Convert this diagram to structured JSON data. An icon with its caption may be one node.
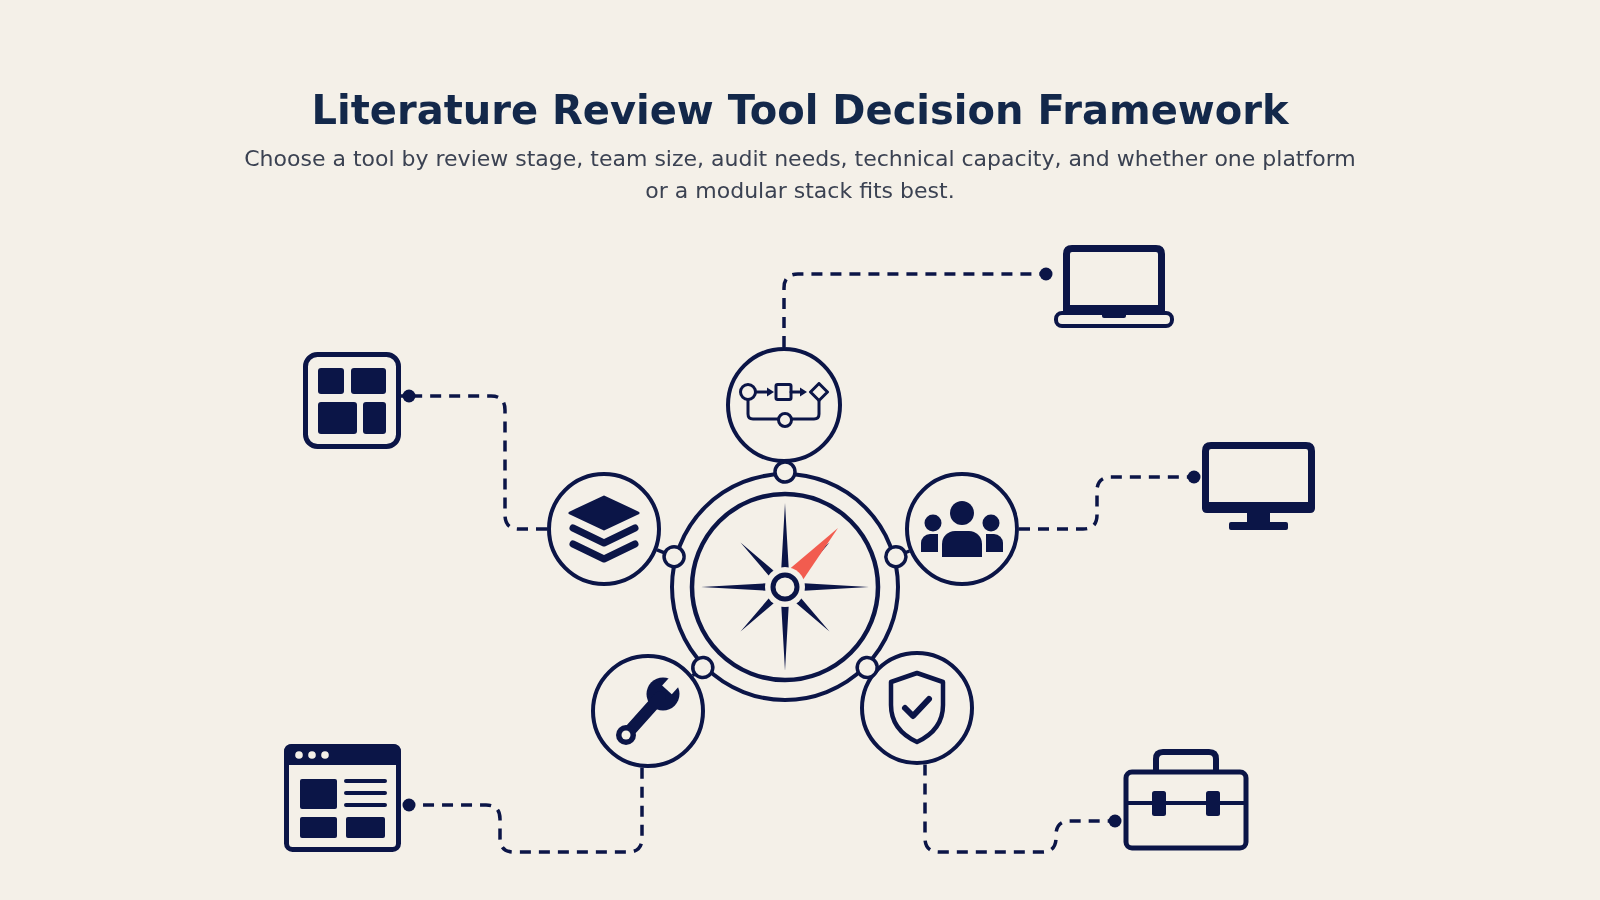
{
  "diagram": {
    "title": "Literature Review Tool Decision Framework",
    "nodes": [
      {
        "text": [],
        "shape": "circle"
      },
      {
        "text": [],
        "shape": "circle"
      },
      {
        "text": [],
        "shape": "circle"
      },
      {
        "text": [],
        "shape": "circle"
      },
      {
        "text": [],
        "shape": "circle"
      },
      {
        "text": [],
        "shape": "circle"
      },
      {
        "text": [],
        "shape": "picture"
      },
      {
        "text": [],
        "shape": "picture"
      },
      {
        "text": [],
        "shape": "picture"
      },
      {
        "text": [],
        "shape": "picture"
      },
      {
        "text": [],
        "shape": "picture"
      }
    ],
    "edges": [
      {
        "from": 1,
        "to": 0,
        "arrow": "other"
      },
      {
        "from": 2,
        "to": 0,
        "arrow": "other"
      },
      {
        "from": 3,
        "to": 0,
        "arrow": "other"
      },
      {
        "from": 4,
        "to": 0,
        "arrow": "other"
      },
      {
        "from": 5,
        "to": 0,
        "arrow": "other"
      },
      {
        "from": 1,
        "to": 6,
        "arrow": "other",
        "style": "dashed"
      },
      {
        "from": 2,
        "to": 7,
        "arrow": "other",
        "style": "dashed"
      },
      {
        "from": 3,
        "to": 8,
        "arrow": "other",
        "style": "dashed"
      },
      {
        "from": 4,
        "to": 9,
        "arrow": "other",
        "style": "dashed"
      },
      {
        "from": 5,
        "to": 10,
        "arrow": "other",
        "style": "dashed"
      }
    ],
    "labels": [
      "Choose a tool by review stage, team size, audit needs, technical capacity, and whether one platform or a modular stack fits best."
    ]
  }
}
